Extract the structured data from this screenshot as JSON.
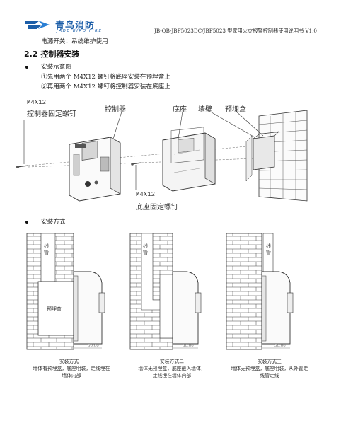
{
  "header": {
    "logo_cn": "青鸟消防",
    "logo_en": "JADE BIRD FIRE",
    "doc_title": "JB-QB-JBF5023DC/JBF5023 型家用火灾报警控制器使用说明书 V1.0"
  },
  "intro_line": "电源开关：系统维护使用",
  "section_title": "2.2 控制器安装",
  "bullet1": {
    "title": "安装示意图",
    "step1": "①先用两个 M4X12 螺钉将底座安装在预埋盒上",
    "step2": "②再用两个 M4X12 螺钉将控制器安装在底座上"
  },
  "diagram1": {
    "screw_spec_a": "M4X12",
    "screw_name_a": "控制器固定螺钉",
    "controller": "控制器",
    "base": "底座",
    "wall": "墙壁",
    "box": "预埋盒",
    "screw_spec_b": "M4X12",
    "screw_name_b": "底座固定螺钉"
  },
  "bullet2": {
    "title": "安装方式"
  },
  "methods": [
    {
      "conduit": "线管",
      "box_label": "预埋盒",
      "dim": "50.00",
      "caption": [
        "安装方式一",
        "墙体有预埋盒，底座明装，走线埋在",
        "墙体内部"
      ]
    },
    {
      "conduit": "线管",
      "dim": "30.00",
      "caption": [
        "安装方式二",
        "墙体无预埋盒，底座嵌入墙体，",
        "走线埋在墙体内部"
      ]
    },
    {
      "conduit": "线管",
      "dim": "50.00",
      "caption": [
        "安装方式三",
        "墙体无预埋盒，底座明装，从外置走",
        "线管走线"
      ]
    }
  ]
}
